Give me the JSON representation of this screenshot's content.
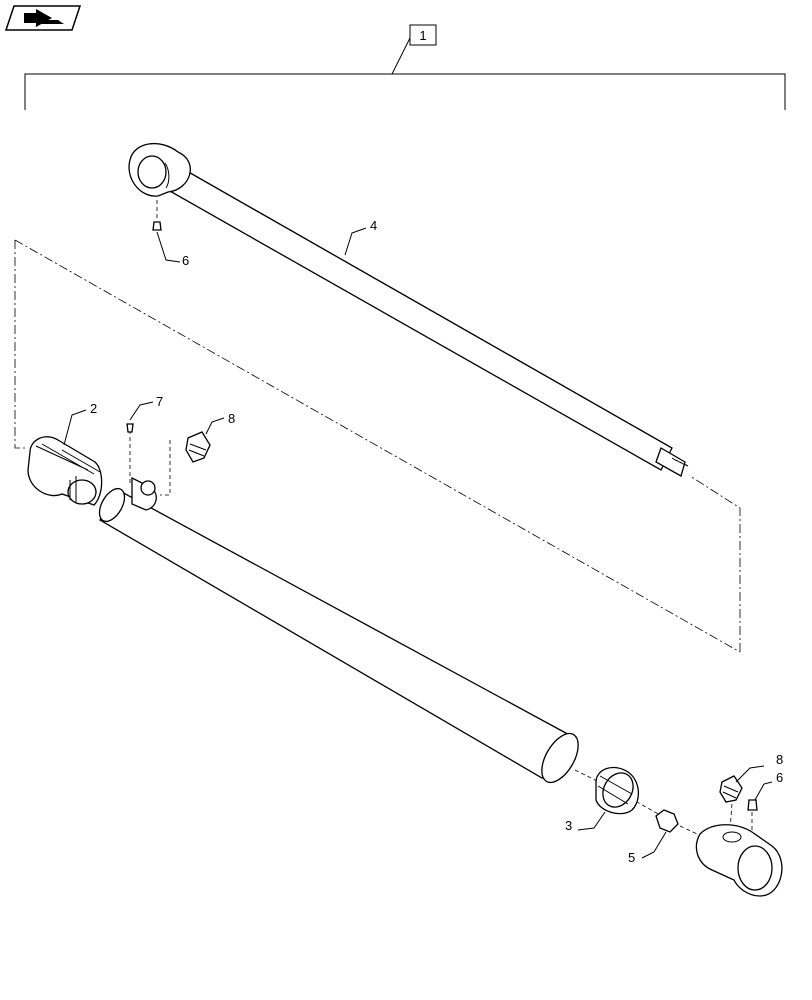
{
  "nav": {
    "icon": "forward-page-icon"
  },
  "assembly_callout": "1",
  "callouts": {
    "p2": "2",
    "p3": "3",
    "p4": "4",
    "p5": "5",
    "p6_top": "6",
    "p6_bottom": "6",
    "p7": "7",
    "p8_top": "8",
    "p8_bottom": "8"
  }
}
